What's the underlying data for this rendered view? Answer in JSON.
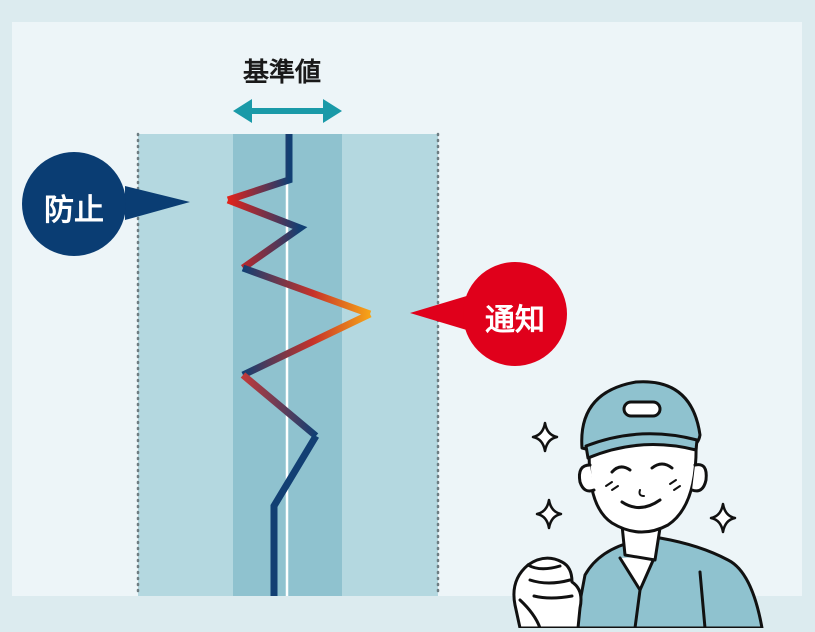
{
  "diagram": {
    "reference_label": "基準値",
    "prevent_label": "防止",
    "notify_label": "通知"
  },
  "colors": {
    "background": "#dcebef",
    "panel": "#edf5f8",
    "outer_band": "#b4d8e0",
    "inner_band": "#8fc2cf",
    "arrow": "#1a9aa8",
    "line_navy": "#123f73",
    "alert_red": "#e2231a",
    "alert_orange": "#f7a417",
    "bubble_navy": "#0a3d73",
    "bubble_red": "#e0001b"
  },
  "icons": {
    "worker": "worker-thumbs-up-icon",
    "sparkles": "sparkle-icon"
  }
}
